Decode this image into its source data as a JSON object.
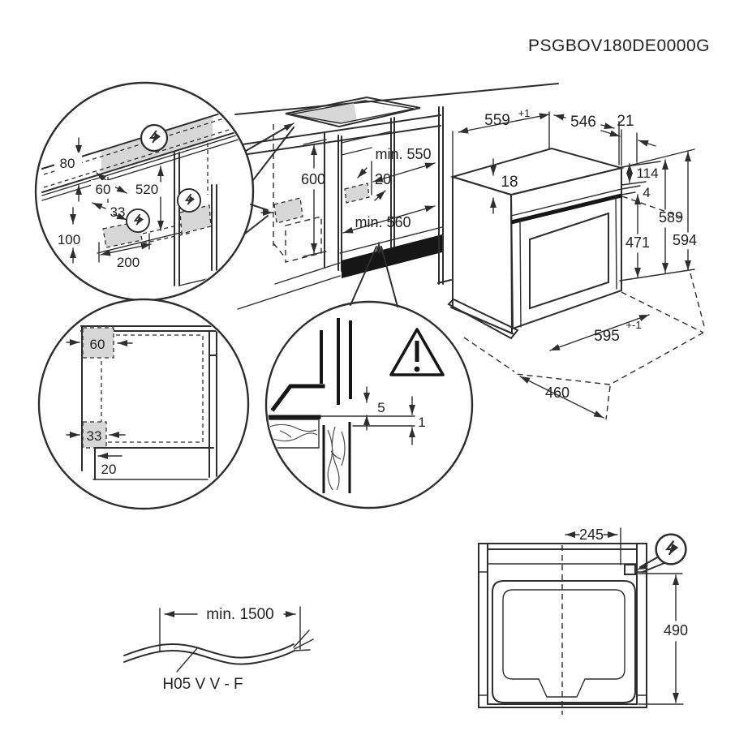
{
  "title": "PSGBOV180DE0000G",
  "colors": {
    "line": "#2e2e2e",
    "gray_fill": "#d7d7d7",
    "black_fill": "#161616",
    "bg": "#ffffff"
  },
  "icons": {
    "power_symbol": "circle-lightning-bolt",
    "warning_symbol": "triangle-exclamation"
  },
  "detail_top": {
    "d80": "80",
    "d60": "60",
    "d520": "520",
    "d33": "33",
    "d100": "100",
    "d200": "200"
  },
  "niche": {
    "d600": "600",
    "min550": "min. 550",
    "d20": "20",
    "min560": "min. 560"
  },
  "oven": {
    "d559": "559",
    "d559sup": "+1",
    "d546": "546",
    "d21": "21",
    "d18": "18",
    "d114": "114",
    "d4": "4",
    "d471": "471",
    "d589": "589",
    "d594": "594",
    "d595": "595",
    "d595sup": "+-1",
    "d460": "460"
  },
  "detail_side": {
    "d60": "60",
    "d33": "33",
    "d20": "20"
  },
  "detail_front": {
    "d5": "5",
    "d1": "1"
  },
  "cable": {
    "min1500": "min. 1500",
    "type": "H05 V V - F"
  },
  "top_view": {
    "d245": "245",
    "d490": "490"
  }
}
